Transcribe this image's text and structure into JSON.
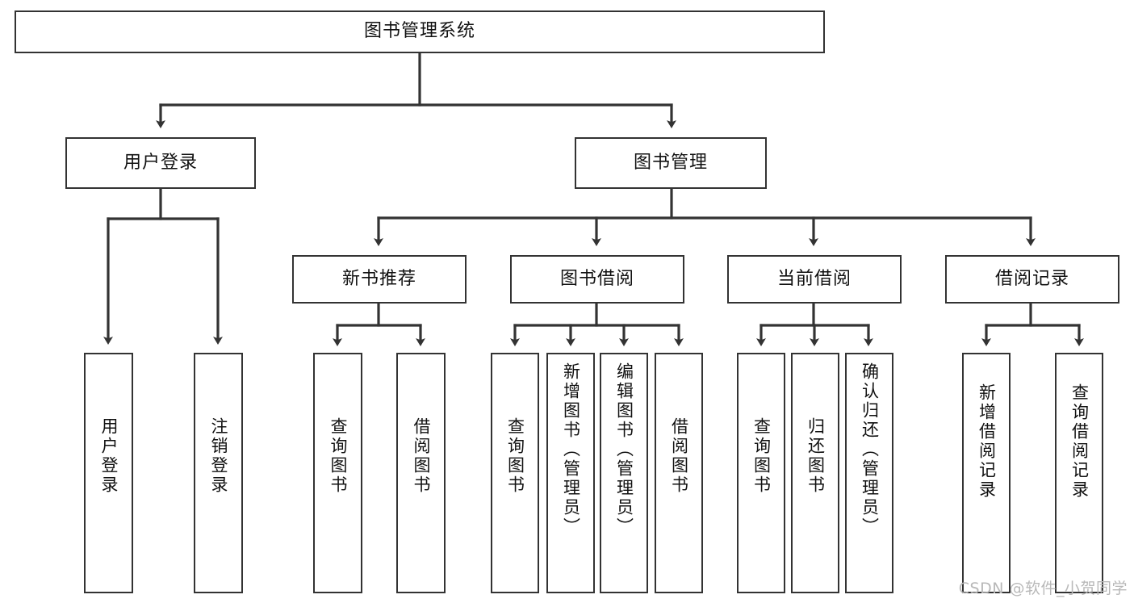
{
  "diagram": {
    "type": "tree",
    "title": "图书管理系统",
    "background_color": "#ffffff",
    "line_color": "#333333",
    "text_color": "#111111",
    "root": {
      "id": "root",
      "label": "图书管理系统",
      "orientation": "horizontal"
    },
    "level2": [
      {
        "id": "user-login",
        "label": "用户登录",
        "orientation": "horizontal"
      },
      {
        "id": "book-manage",
        "label": "图书管理",
        "orientation": "horizontal"
      }
    ],
    "level3": [
      {
        "id": "new-book-recommend",
        "label": "新书推荐",
        "orientation": "horizontal"
      },
      {
        "id": "book-borrow",
        "label": "图书借阅",
        "orientation": "horizontal"
      },
      {
        "id": "current-borrow",
        "label": "当前借阅",
        "orientation": "horizontal"
      },
      {
        "id": "borrow-record",
        "label": "借阅记录",
        "orientation": "horizontal"
      }
    ],
    "leaves": {
      "user-login": [
        {
          "id": "leaf-user-login",
          "label": "用户登录",
          "orientation": "vertical"
        },
        {
          "id": "leaf-logout",
          "label": "注销登录",
          "orientation": "vertical"
        }
      ],
      "new-book-recommend": [
        {
          "id": "leaf-query-book-1",
          "label": "查询图书",
          "orientation": "vertical"
        },
        {
          "id": "leaf-borrow-book-1",
          "label": "借阅图书",
          "orientation": "vertical"
        }
      ],
      "book-borrow": [
        {
          "id": "leaf-query-book-2",
          "label": "查询图书",
          "orientation": "vertical"
        },
        {
          "id": "leaf-add-book",
          "label": "新增图书（管理员）",
          "orientation": "vertical"
        },
        {
          "id": "leaf-edit-book",
          "label": "编辑图书（管理员）",
          "orientation": "vertical"
        },
        {
          "id": "leaf-borrow-book-2",
          "label": "借阅图书",
          "orientation": "vertical"
        }
      ],
      "current-borrow": [
        {
          "id": "leaf-query-book-3",
          "label": "查询图书",
          "orientation": "vertical"
        },
        {
          "id": "leaf-return-book",
          "label": "归还图书",
          "orientation": "vertical"
        },
        {
          "id": "leaf-confirm-return",
          "label": "确认归还（管理员）",
          "orientation": "vertical"
        }
      ],
      "borrow-record": [
        {
          "id": "leaf-add-record",
          "label": "新增借阅记录",
          "orientation": "vertical"
        },
        {
          "id": "leaf-query-record",
          "label": "查询借阅记录",
          "orientation": "vertical"
        }
      ]
    }
  },
  "watermark": {
    "text": "CSDN @软件_小贺同学",
    "color": "#b8b8b8"
  }
}
